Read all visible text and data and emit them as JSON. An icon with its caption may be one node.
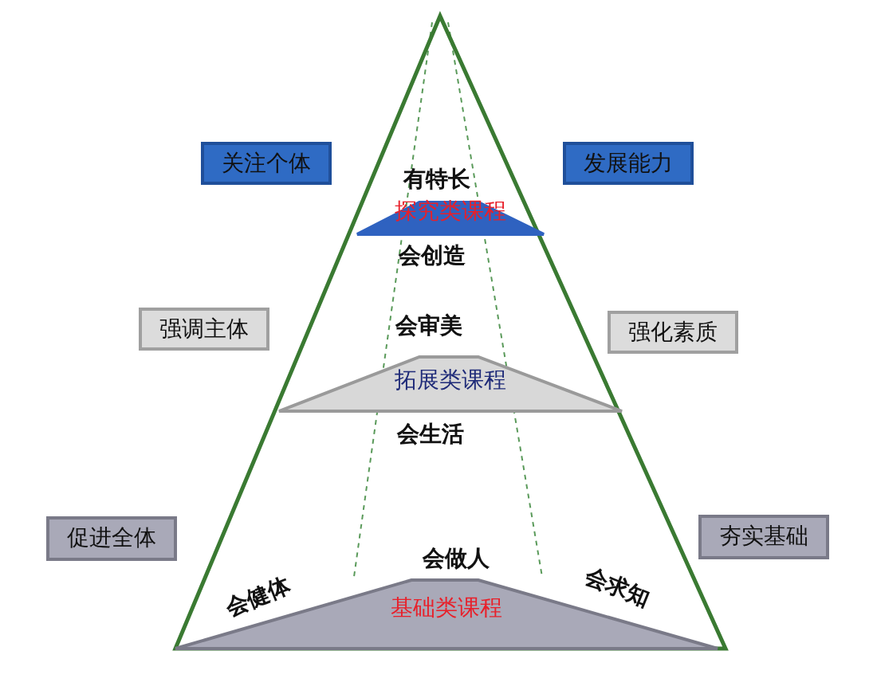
{
  "diagram": {
    "nodes": [
      {
        "text": [
          "关注个体"
        ]
      },
      {
        "text": [
          "发展能力"
        ]
      },
      {
        "text": [
          "强调主体"
        ]
      },
      {
        "text": [
          "强化素质"
        ]
      },
      {
        "text": [
          "促进全体"
        ]
      },
      {
        "text": [
          "夯实基础"
        ]
      },
      {
        "text": [
          "探究类课程"
        ]
      },
      {
        "text": [
          "拓展类课程"
        ]
      },
      {
        "text": [
          "基础类课程"
        ]
      }
    ],
    "labels": [
      "有特长",
      "会创造",
      "会审美",
      "会生活",
      "会健体",
      "会做人",
      "会求知"
    ]
  }
}
